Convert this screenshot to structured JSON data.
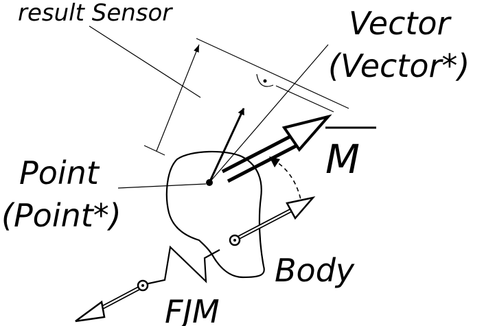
{
  "labels": {
    "result_sensor": "result Sensor",
    "vector": "Vector",
    "vector_star": "(Vector*)",
    "moment": "M",
    "point": "Point",
    "point_star": "(Point*)",
    "body": "Body",
    "fjm": "FJM"
  },
  "icons": {
    "moment_arrow": "double-line-arrow",
    "force_arrows": "hollow-double-arrow",
    "joints": "ring-joint",
    "spring": "zigzag-spring"
  },
  "colors": {
    "ink": "#000000",
    "paper": "#ffffff"
  }
}
